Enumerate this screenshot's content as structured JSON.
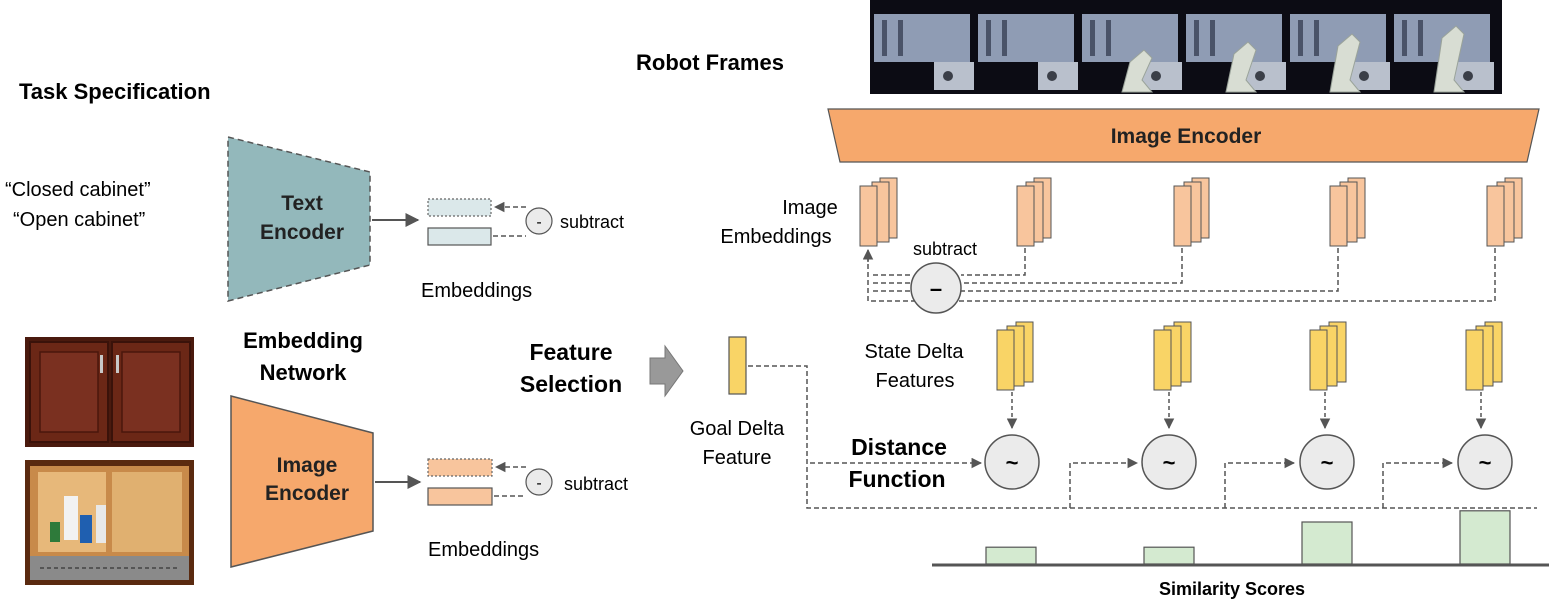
{
  "labels": {
    "task_spec": "Task Specification",
    "quote1": "“Closed cabinet”",
    "quote2": "“Open cabinet”",
    "text_encoder_1": "Text",
    "text_encoder_2": "Encoder",
    "embeddings_top": "Embeddings",
    "subtract_top": "subtract",
    "minus_small": "-",
    "embedding_network_1": "Embedding",
    "embedding_network_2": "Network",
    "image_encoder_left_1": "Image",
    "image_encoder_left_2": "Encoder",
    "embeddings_bottom": "Embeddings",
    "subtract_bottom": "subtract",
    "feature_selection_1": "Feature",
    "feature_selection_2": "Selection",
    "goal_delta_1": "Goal Delta",
    "goal_delta_2": "Feature",
    "distance_1": "Distance",
    "distance_2": "Function",
    "robot_frames": "Robot Frames",
    "image_encoder_top": "Image Encoder",
    "image_embeddings_1": "Image",
    "image_embeddings_2": "Embeddings",
    "subtract_right": "subtract",
    "minus_big": "–",
    "state_delta_1": "State Delta",
    "state_delta_2": "Features",
    "tilde": "~",
    "similarity_scores": "Similarity Scores"
  },
  "colors": {
    "text_encoder": "#93b8bb",
    "image_encoder": "#f6a86c",
    "image_embedding": "#f8c59d",
    "state_delta": "#f9d466",
    "score_bar": "#d4ead0",
    "circle": "#ebebeb"
  },
  "similarity_scores": [
    0.3,
    0.3,
    0.75,
    0.95
  ],
  "robot_frame_count": 6
}
